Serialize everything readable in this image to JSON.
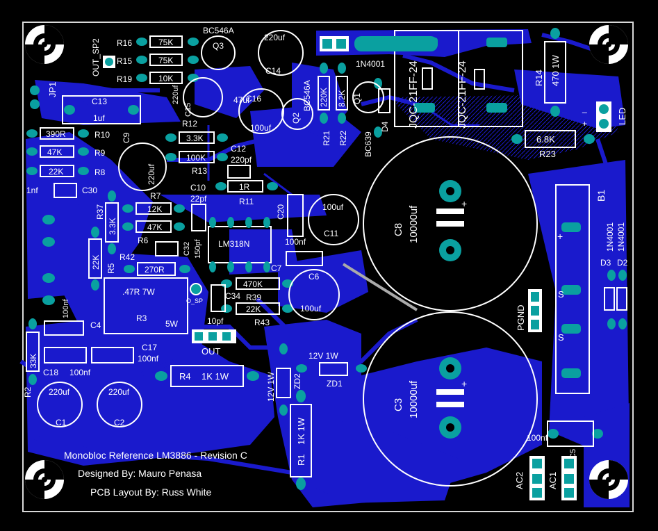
{
  "credits": {
    "line1": "Monobloc Reference LM3886 - Revision C",
    "line2": "Designed By: Mauro Penasa",
    "line3": "PCB Layout By: Russ White"
  },
  "colors": {
    "background": "#000000",
    "copper": "#1a1acc",
    "pad": "#0aa0a0",
    "silk": "#ffffff",
    "border": "#d8d8d8"
  },
  "resistors": {
    "r16": {
      "ref": "R16",
      "value": "75K"
    },
    "r15": {
      "ref": "R15",
      "value": "75K"
    },
    "r19": {
      "ref": "R19",
      "value": "10K"
    },
    "r10": {
      "ref": "R10",
      "value": "390R"
    },
    "r9": {
      "ref": "R9",
      "value": "47K"
    },
    "r8": {
      "ref": "R8",
      "value": "22K"
    },
    "r12": {
      "ref": "R12",
      "value": "3.3K"
    },
    "r13": {
      "ref": "R13",
      "value": "100K"
    },
    "r11": {
      "ref": "R11",
      "value": "1R"
    },
    "r7": {
      "ref": "R7",
      "value": "12K"
    },
    "r6": {
      "ref": "R6",
      "value": "47K"
    },
    "r37": {
      "ref": "R37",
      "value": "3.3K"
    },
    "r5": {
      "ref": "R5",
      "value": "22K"
    },
    "r42": {
      "ref": "R42",
      "value": "270R"
    },
    "r3": {
      "ref": "R3",
      "value": ".47R 7W",
      "value2": "5W"
    },
    "r39": {
      "ref": "R39",
      "value": "470K"
    },
    "r43": {
      "ref": "R43",
      "value": "22K"
    },
    "r2": {
      "ref": "R2",
      "value": "33K"
    },
    "r4": {
      "ref": "R4",
      "value": "1K 1W"
    },
    "r1": {
      "ref": "R1",
      "value": "1K 1W"
    },
    "r21": {
      "ref": "R21",
      "value": "220K"
    },
    "r22": {
      "ref": "R22",
      "value": "8.2K"
    },
    "r14": {
      "ref": "R14",
      "value": "470 1W"
    },
    "r23": {
      "ref": "R23",
      "value": "6.8K"
    }
  },
  "capacitors": {
    "c13": {
      "ref": "C13",
      "value": "1uf"
    },
    "c14": {
      "ref": "C14",
      "value": "220uf"
    },
    "c15": {
      "ref": "C15",
      "value": "220uf"
    },
    "c16": {
      "ref": "C16",
      "value": "47uf"
    },
    "c16b": {
      "value": "100uf"
    },
    "c9": {
      "ref": "C9",
      "value": "220uf"
    },
    "c12": {
      "ref": "C12",
      "value": "220pf"
    },
    "c10": {
      "ref": "C10",
      "value": "22pf"
    },
    "c30": {
      "ref": "C30",
      "value": "1nf"
    },
    "c20": {
      "ref": "C20"
    },
    "c11": {
      "ref": "C11",
      "value": "100uf"
    },
    "c32": {
      "ref": "C32",
      "value": "150pf"
    },
    "c7": {
      "ref": "C7",
      "value": "100nf"
    },
    "c6": {
      "ref": "C6",
      "value": "100uf"
    },
    "c34": {
      "ref": "C34",
      "value": "10pf"
    },
    "c4": {
      "ref": "C4",
      "value": "100nf"
    },
    "c17": {
      "ref": "C17",
      "value": "100nf"
    },
    "c18": {
      "ref": "C18",
      "value": "100nf"
    },
    "c1": {
      "ref": "C1",
      "value": "220uf"
    },
    "c2": {
      "ref": "C2",
      "value": "220uf"
    },
    "c8": {
      "ref": "C8",
      "value": "10000uf"
    },
    "c3": {
      "ref": "C3",
      "value": "10000uf"
    },
    "c5": {
      "ref": "C5",
      "value": "100nf"
    }
  },
  "semis": {
    "q3": {
      "ref": "Q3",
      "value": "BC546A"
    },
    "q2": {
      "ref": "Q2",
      "value": "BC546A"
    },
    "q1": {
      "ref": "Q1",
      "value": "BC639"
    },
    "d4": {
      "ref": "D4",
      "value": "1N4001"
    },
    "d3": {
      "ref": "D3",
      "value": "1N4001"
    },
    "d2": {
      "ref": "D2",
      "value": "1N4001"
    },
    "zd1": {
      "ref": "ZD1",
      "value": "12V 1W"
    },
    "zd2": {
      "ref": "ZD2",
      "value": "12V 1W"
    },
    "ic": {
      "value": "LM318N"
    },
    "b1": {
      "ref": "B1"
    }
  },
  "relays": {
    "left": {
      "value": "JQC-21FF-24"
    },
    "right": {
      "value": "JQC-21FF-24"
    }
  },
  "connectors": {
    "out_sp2": "OUT_SP2",
    "jp1": "JP1",
    "out": "OUT",
    "pgnd": "PGND",
    "ac1": "AC1",
    "ac2": "AC2",
    "led": "LED",
    "o_sp": "O_SP"
  }
}
